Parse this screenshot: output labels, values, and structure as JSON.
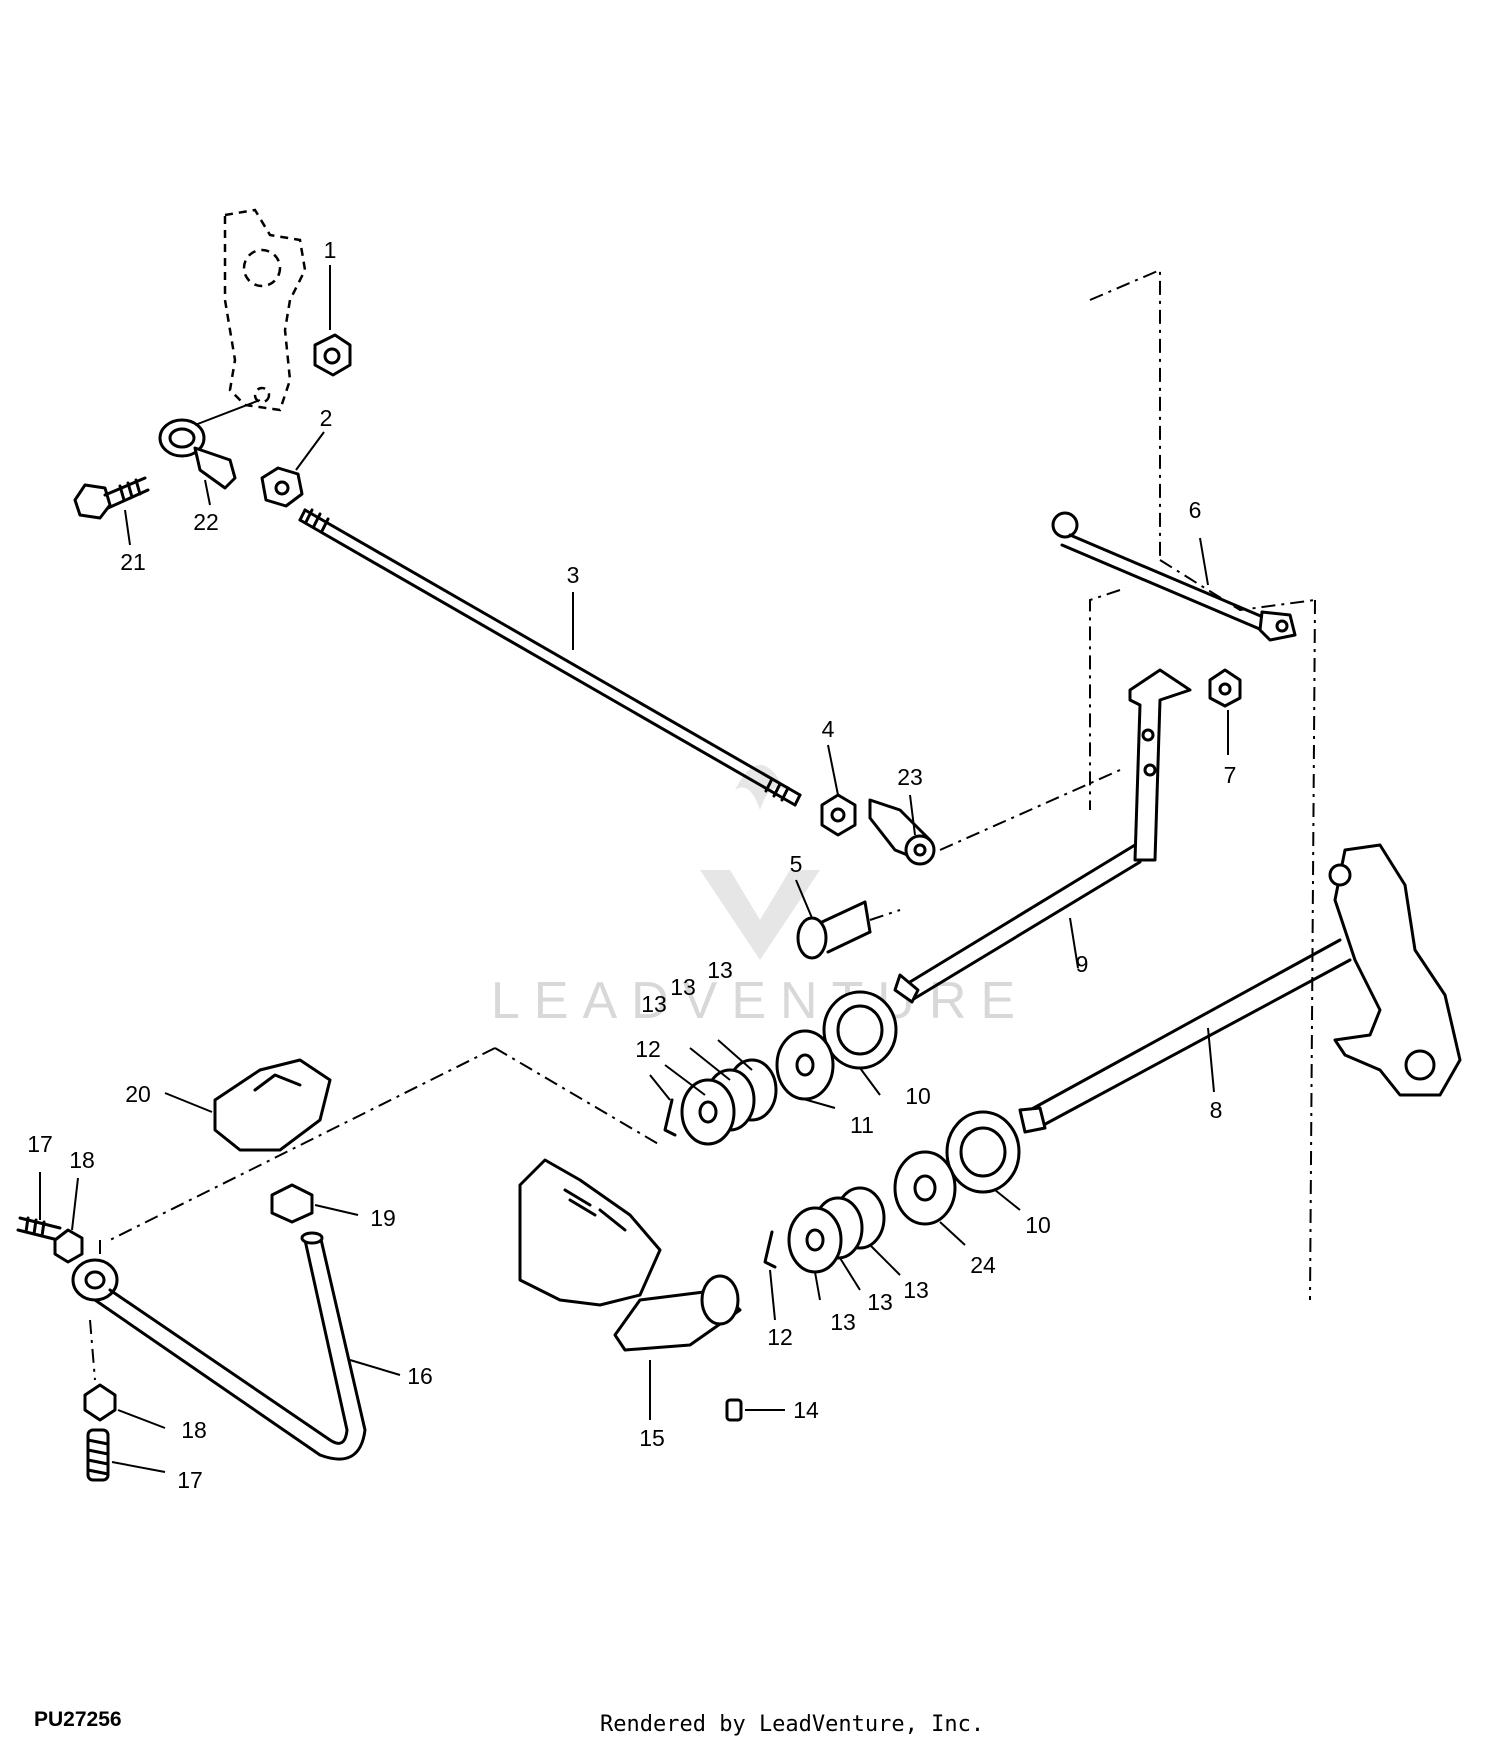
{
  "diagram": {
    "figure_code": "PU27256",
    "watermark": "LEADVENTURE",
    "credit": "Rendered by LeadVenture, Inc.",
    "callouts": {
      "c1": "1",
      "c2": "2",
      "c3": "3",
      "c4": "4",
      "c5": "5",
      "c6": "6",
      "c7": "7",
      "c8": "8",
      "c9": "9",
      "c10a": "10",
      "c10b": "10",
      "c11": "11",
      "c12a": "12",
      "c12b": "12",
      "c13a": "13",
      "c13b": "13",
      "c13c": "13",
      "c13d": "13",
      "c13e": "13",
      "c13f": "13",
      "c14": "14",
      "c15": "15",
      "c16": "16",
      "c17a": "17",
      "c17b": "17",
      "c18a": "18",
      "c18b": "18",
      "c19": "19",
      "c20": "20",
      "c21": "21",
      "c22": "22",
      "c23": "23",
      "c24": "24"
    }
  }
}
